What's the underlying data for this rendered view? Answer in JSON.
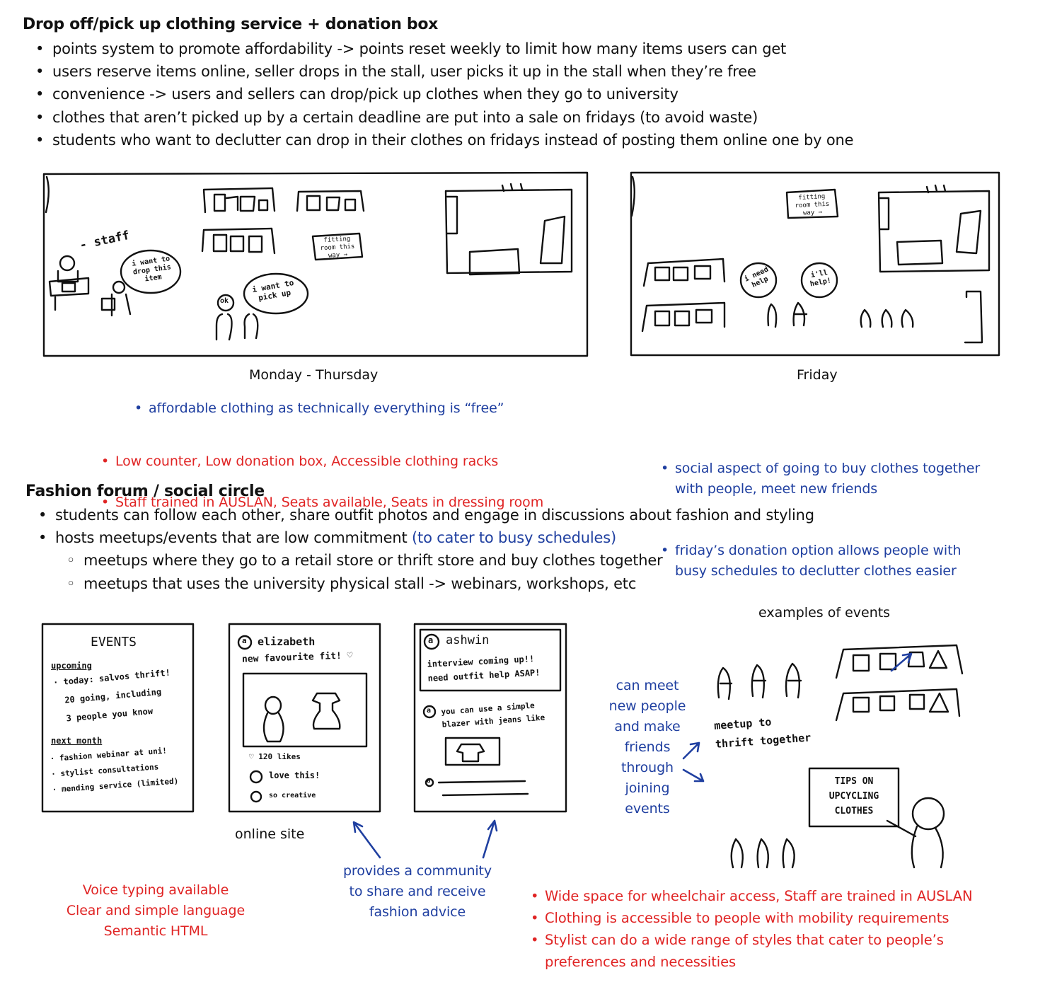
{
  "section1": {
    "title": "Drop off/pick up clothing service + donation box",
    "bullets": [
      "points system to promote affordability -> points reset weekly to limit how many items users can get",
      "users reserve items online, seller drops in the stall, user picks it up in the stall when they’re free",
      "convenience -> users and sellers can drop/pick up clothes when they go to university",
      "clothes that aren’t picked up by a certain deadline are put into a sale on fridays (to avoid waste)",
      "students who want to declutter can drop in their clothes on fridays instead of posting them online one by one"
    ]
  },
  "sketch_weekday": {
    "caption": "Monday - Thursday",
    "staff_label": "- staff",
    "bubble_drop": "i want to drop this item",
    "bubble_pickup": "i want to pick up",
    "badge_ok": "ok",
    "sign": "fitting room this way →"
  },
  "sketch_friday": {
    "caption": "Friday",
    "sign": "fitting room this way →",
    "bubble_help": "i need help",
    "bubble_ill_help": "i'll help!"
  },
  "weekday_notes": {
    "blue": [
      "affordable clothing as technically everything is “free”"
    ],
    "red": [
      "Low counter, Low donation box, Accessible clothing racks",
      "Staff trained in AUSLAN, Seats available, Seats in dressing room"
    ]
  },
  "friday_notes": {
    "blue": [
      "social aspect of going to buy clothes together with people, meet new friends",
      "friday’s donation option allows people with busy schedules to declutter clothes easier"
    ]
  },
  "section2": {
    "title": "Fashion forum / social circle",
    "bullet1": "students can follow each other, share outfit photos and engage in discussions about fashion and styling",
    "bullet2_prefix": "hosts meetups/events that are low commitment",
    "bullet2_suffix": "(to cater to busy schedules)",
    "sub_bullets": [
      "meetups where they go to a retail store or thrift store and buy clothes together",
      "meetups that uses the university physical stall -> webinars, workshops, etc"
    ]
  },
  "events_card": {
    "title": "EVENTS",
    "upcoming_label": "upcoming",
    "upcoming_lines": [
      "· today: salvos thrift!",
      "20 going, including",
      "3 people you know"
    ],
    "next_label": "next month",
    "next_lines": [
      "· fashion webinar at uni!",
      "· stylist consultations",
      "· mending service (limited)"
    ]
  },
  "post_card": {
    "avatar": "a",
    "user": "elizabeth",
    "caption": "new favourite fit! ♡",
    "likes": "♡ 120 likes",
    "comment1": "love this!",
    "comment2": "so creative"
  },
  "thread_card": {
    "avatar": "a",
    "user": "ashwin",
    "post": "interview coming up!! need outfit help ASAP!",
    "reply": "you can use a simple blazer with jeans like",
    "reply_avatar": "a",
    "input_avatar": "a"
  },
  "online_caption": "online site",
  "community_note": [
    "provides a community",
    "to share and receive",
    "fashion advice"
  ],
  "online_red_notes": [
    "Voice typing available",
    "Clear and simple language",
    "Semantic HTML"
  ],
  "events_examples": {
    "caption": "examples of events",
    "left_note": [
      "can meet",
      "new people",
      "and make",
      "friends",
      "through",
      "joining",
      "events"
    ],
    "meetup_label": "meetup to thrift together",
    "board_text": "TIPS ON UPCYCLING CLOTHES"
  },
  "events_red_notes": [
    "Wide space for wheelchair access, Staff are trained in AUSLAN",
    "Clothing is accessible to people with mobility requirements",
    "Stylist can do a wide range of styles that cater to people’s preferences and necessities"
  ],
  "colors": {
    "blue": "#1f3fa0",
    "red": "#e02424",
    "ink": "#111111"
  }
}
